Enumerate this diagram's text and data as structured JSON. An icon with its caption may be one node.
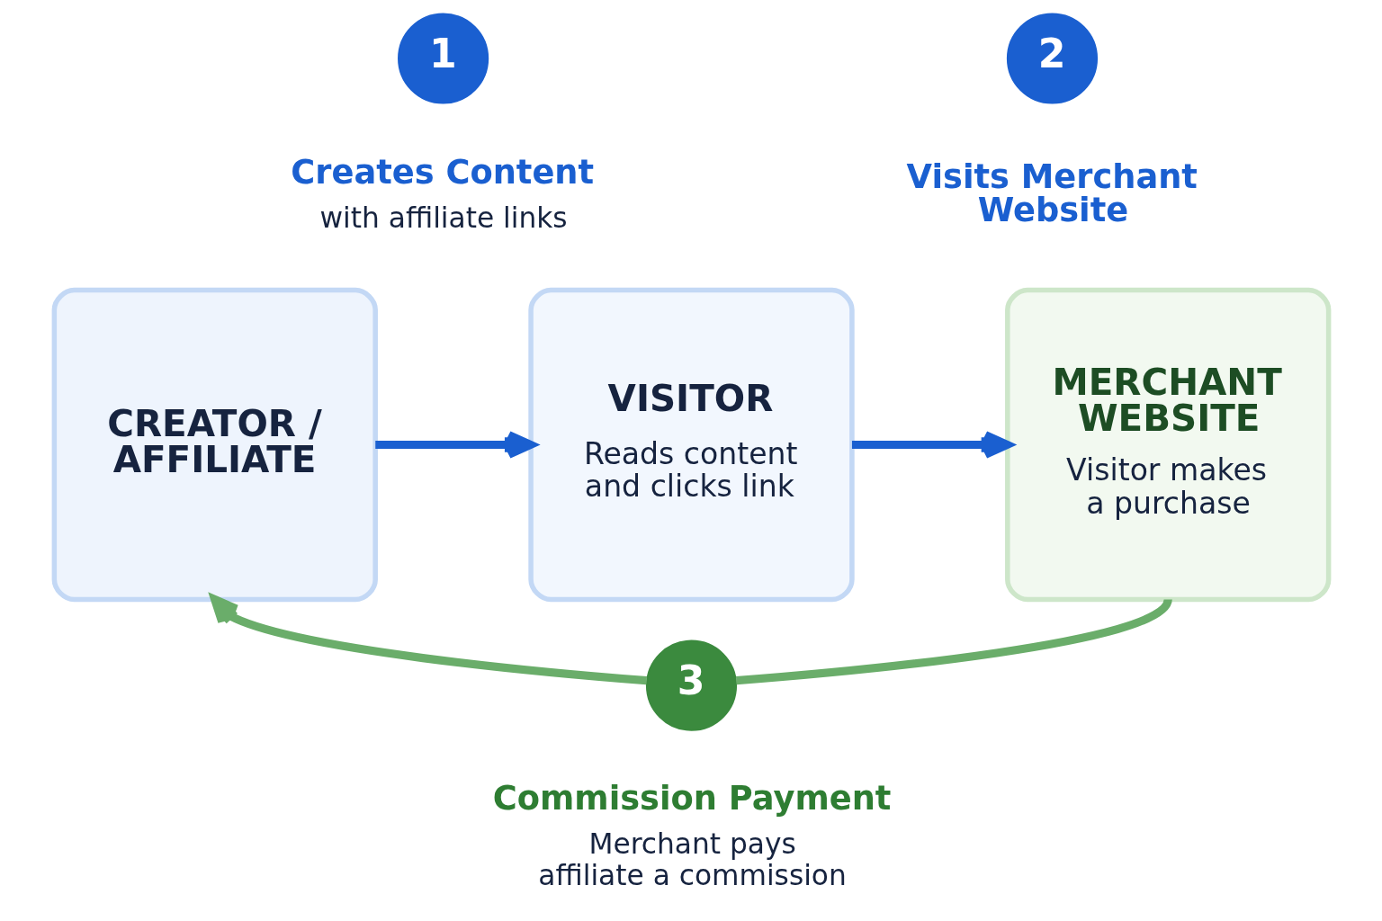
{
  "diagram": {
    "nodes": [
      {
        "text": [
          "1"
        ],
        "beside": [
          "Creates Content",
          "with affiliate links"
        ]
      },
      {
        "text": [
          "2"
        ],
        "beside": [
          "Visits Merchant Website"
        ]
      },
      {
        "text": [
          "CREATOR / AFFILIATE"
        ]
      },
      {
        "text": [
          "VISITOR",
          "Reads content and clicks link"
        ]
      },
      {
        "text": [
          "MERCHANT WEBSITE",
          "Visitor makes a purchase"
        ]
      },
      {
        "text": [
          "3"
        ],
        "beside": [
          "Commission Payment",
          "Merchant pays affiliate a commission"
        ]
      }
    ],
    "edges": [
      {
        "from": 2,
        "to": 3,
        "arrow": "to"
      },
      {
        "from": 3,
        "to": 4,
        "arrow": "to"
      },
      {
        "from": 4,
        "to": 5,
        "arrow": "none",
        "color": "#6aad6a"
      },
      {
        "from": 5,
        "to": 2,
        "arrow": "to",
        "color": "#6aad6a"
      }
    ]
  }
}
